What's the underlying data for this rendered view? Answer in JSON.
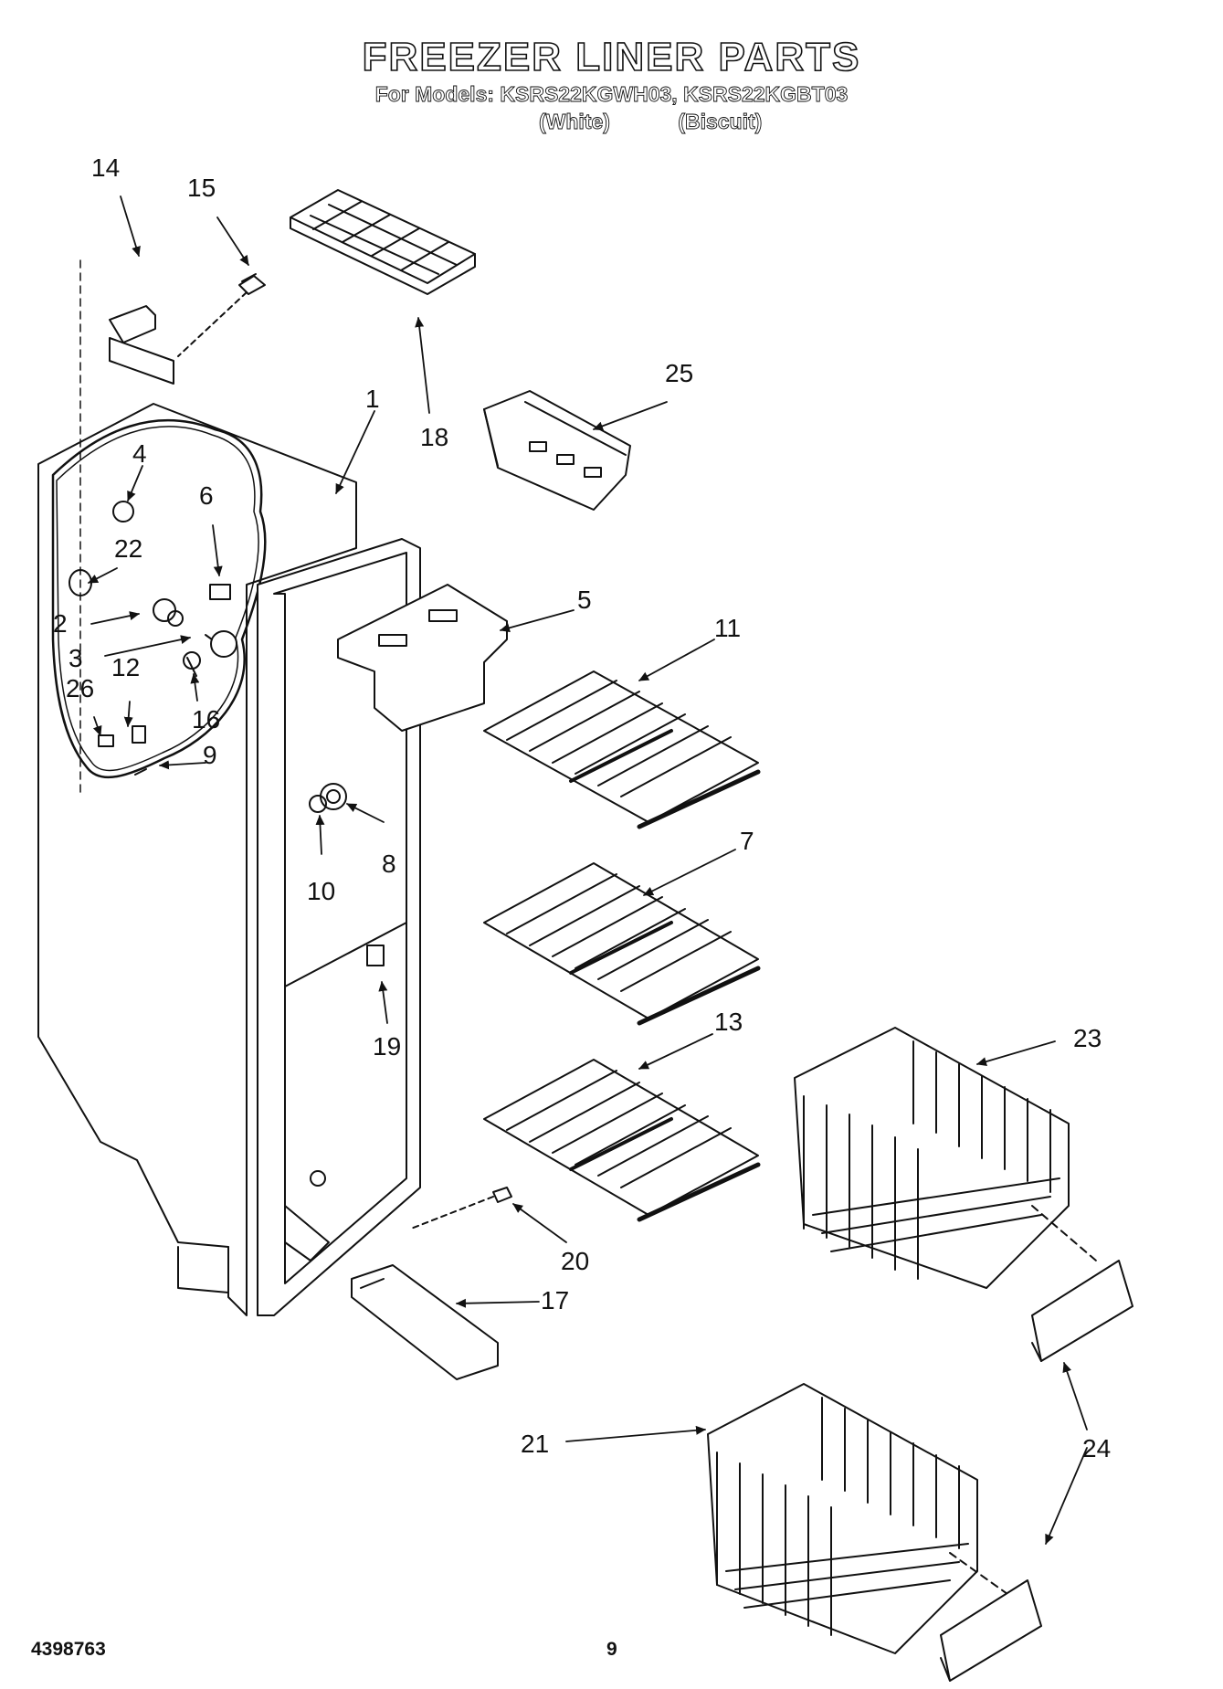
{
  "header": {
    "title": "FREEZER LINER PARTS",
    "models": "For Models: KSRS22KGWH03, KSRS22KGBT03",
    "variant_white": "(White)",
    "variant_biscuit": "(Biscuit)"
  },
  "footer": {
    "doc_number": "4398763",
    "page_number": "9"
  },
  "callouts": [
    "1",
    "2",
    "3",
    "4",
    "5",
    "6",
    "7",
    "8",
    "9",
    "10",
    "11",
    "12",
    "13",
    "14",
    "15",
    "16",
    "17",
    "18",
    "19",
    "20",
    "21",
    "22",
    "23",
    "24",
    "25",
    "26"
  ]
}
